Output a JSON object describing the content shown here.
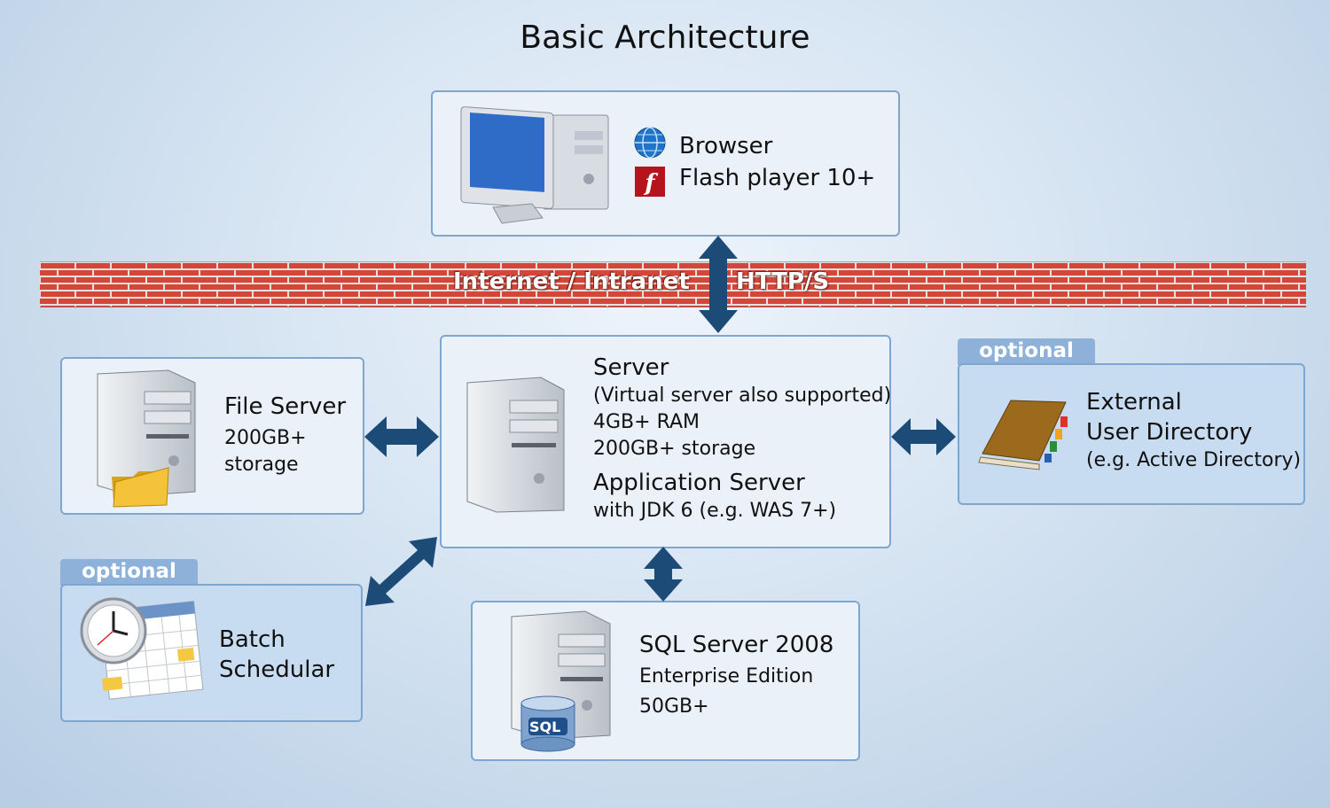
{
  "title": "Basic Architecture",
  "firewall": {
    "left_label": "Internet / Intranet",
    "right_label": "HTTP/S"
  },
  "client": {
    "browser": "Browser",
    "flash": "Flash player 10+",
    "icons": [
      "desktop-computer-icon",
      "globe-icon",
      "flash-icon"
    ]
  },
  "server": {
    "title": "Server",
    "note": "(Virtual server also supported)",
    "ram": "4GB+ RAM",
    "storage": "200GB+ storage",
    "app_title": "Application Server",
    "app_note": "with JDK 6 (e.g. WAS 7+)"
  },
  "file_server": {
    "title": "File Server",
    "line1": "200GB+",
    "line2": "storage"
  },
  "external_directory": {
    "tab": "optional",
    "line1": "External",
    "line2": "User Directory",
    "line3": "(e.g. Active Directory)"
  },
  "batch": {
    "tab": "optional",
    "line1": "Batch",
    "line2": "Schedular"
  },
  "sql": {
    "title": "SQL Server 2008",
    "line1": "Enterprise Edition",
    "line2": "50GB+",
    "badge": "SQL"
  },
  "colors": {
    "arrow": "#1d4b78",
    "box_border": "#7ea6cf",
    "tab": "#8db1d8",
    "brick": "#d9473a"
  }
}
